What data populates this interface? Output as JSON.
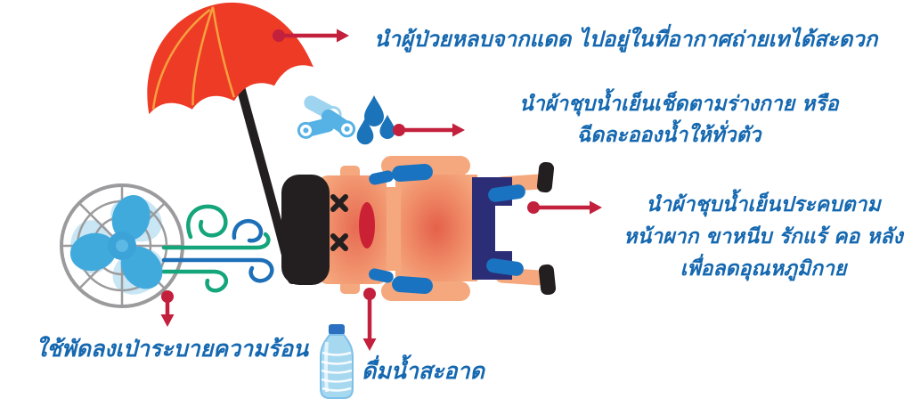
{
  "annotations": {
    "move_patient": {
      "text": "นำผู้ป่วยหลบจากแดด ไปอยู่ในที่อากาศถ่ายเทได้สะดวก"
    },
    "cool_wipe": {
      "line1": "นำผ้าชุบน้ำเย็นเช็ดตามร่างกาย  หรือ",
      "line2": "ฉีดละอองน้ำให้ทั่วตัว"
    },
    "cold_compress": {
      "line1": "นำผ้าชุบน้ำเย็นประคบตาม",
      "line2": "หน้าผาก ขาหนีบ รักแร้ คอ หลัง",
      "line3": "เพื่อลดอุณหภูมิกาย"
    },
    "use_fan": {
      "text": "ใช้พัดลงเป่าระบายความร้อน"
    },
    "drink_water": {
      "text": "ดื่มน้ำสะอาด"
    }
  },
  "icons": {
    "umbrella": "umbrella-icon",
    "fan": "fan-icon",
    "wind": "wind-swirls-icon",
    "patient": "patient-figure",
    "towels": "rolled-towels-icon",
    "droplets": "water-droplets-icon",
    "bottle": "water-bottle-icon",
    "arrows": "pointer-arrow"
  },
  "colors": {
    "text_blue": "#1568b0",
    "arrow_red": "#c2203c",
    "umbrella_red": "#ee3b26",
    "umbrella_rib_orange": "#f6a13e",
    "fan_blade_blue": "#41aadd",
    "fan_cage_gray": "#9b9b9d",
    "wind_green": "#14a57b",
    "wind_blue": "#1d70b8",
    "skin": "#f5a87e",
    "flush_red": "#e4604a",
    "shorts_navy": "#2b2d76",
    "compress_pad_blue": "#1a73c0",
    "hair_black": "#231f20",
    "towel_blue": "#56b1e4",
    "towel_blue_light": "#9fd4f0",
    "droplet_blue": "#1b73ba",
    "bottle_body_blue": "#a6d8f0",
    "bottle_cap_blue": "#2a6fc0",
    "mouth_red": "#cb2134"
  }
}
